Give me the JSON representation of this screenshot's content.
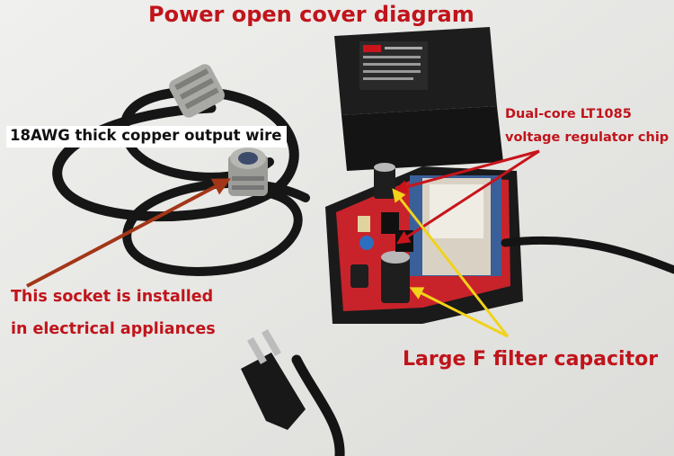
{
  "title": "Power open cover diagram",
  "labels": {
    "wire": "18AWG thick copper output wire",
    "socket_line1": "This socket is installed",
    "socket_line2": "in electrical appliances",
    "chip_line1": "Dual-core LT1085",
    "chip_line2": "voltage regulator chip",
    "capacitor": "Large F filter capacitor"
  },
  "colors": {
    "label_red": "#c0141b",
    "arrow_brown": "#a33618",
    "arrow_red": "#c8141b",
    "arrow_yellow": "#f2d21b"
  }
}
